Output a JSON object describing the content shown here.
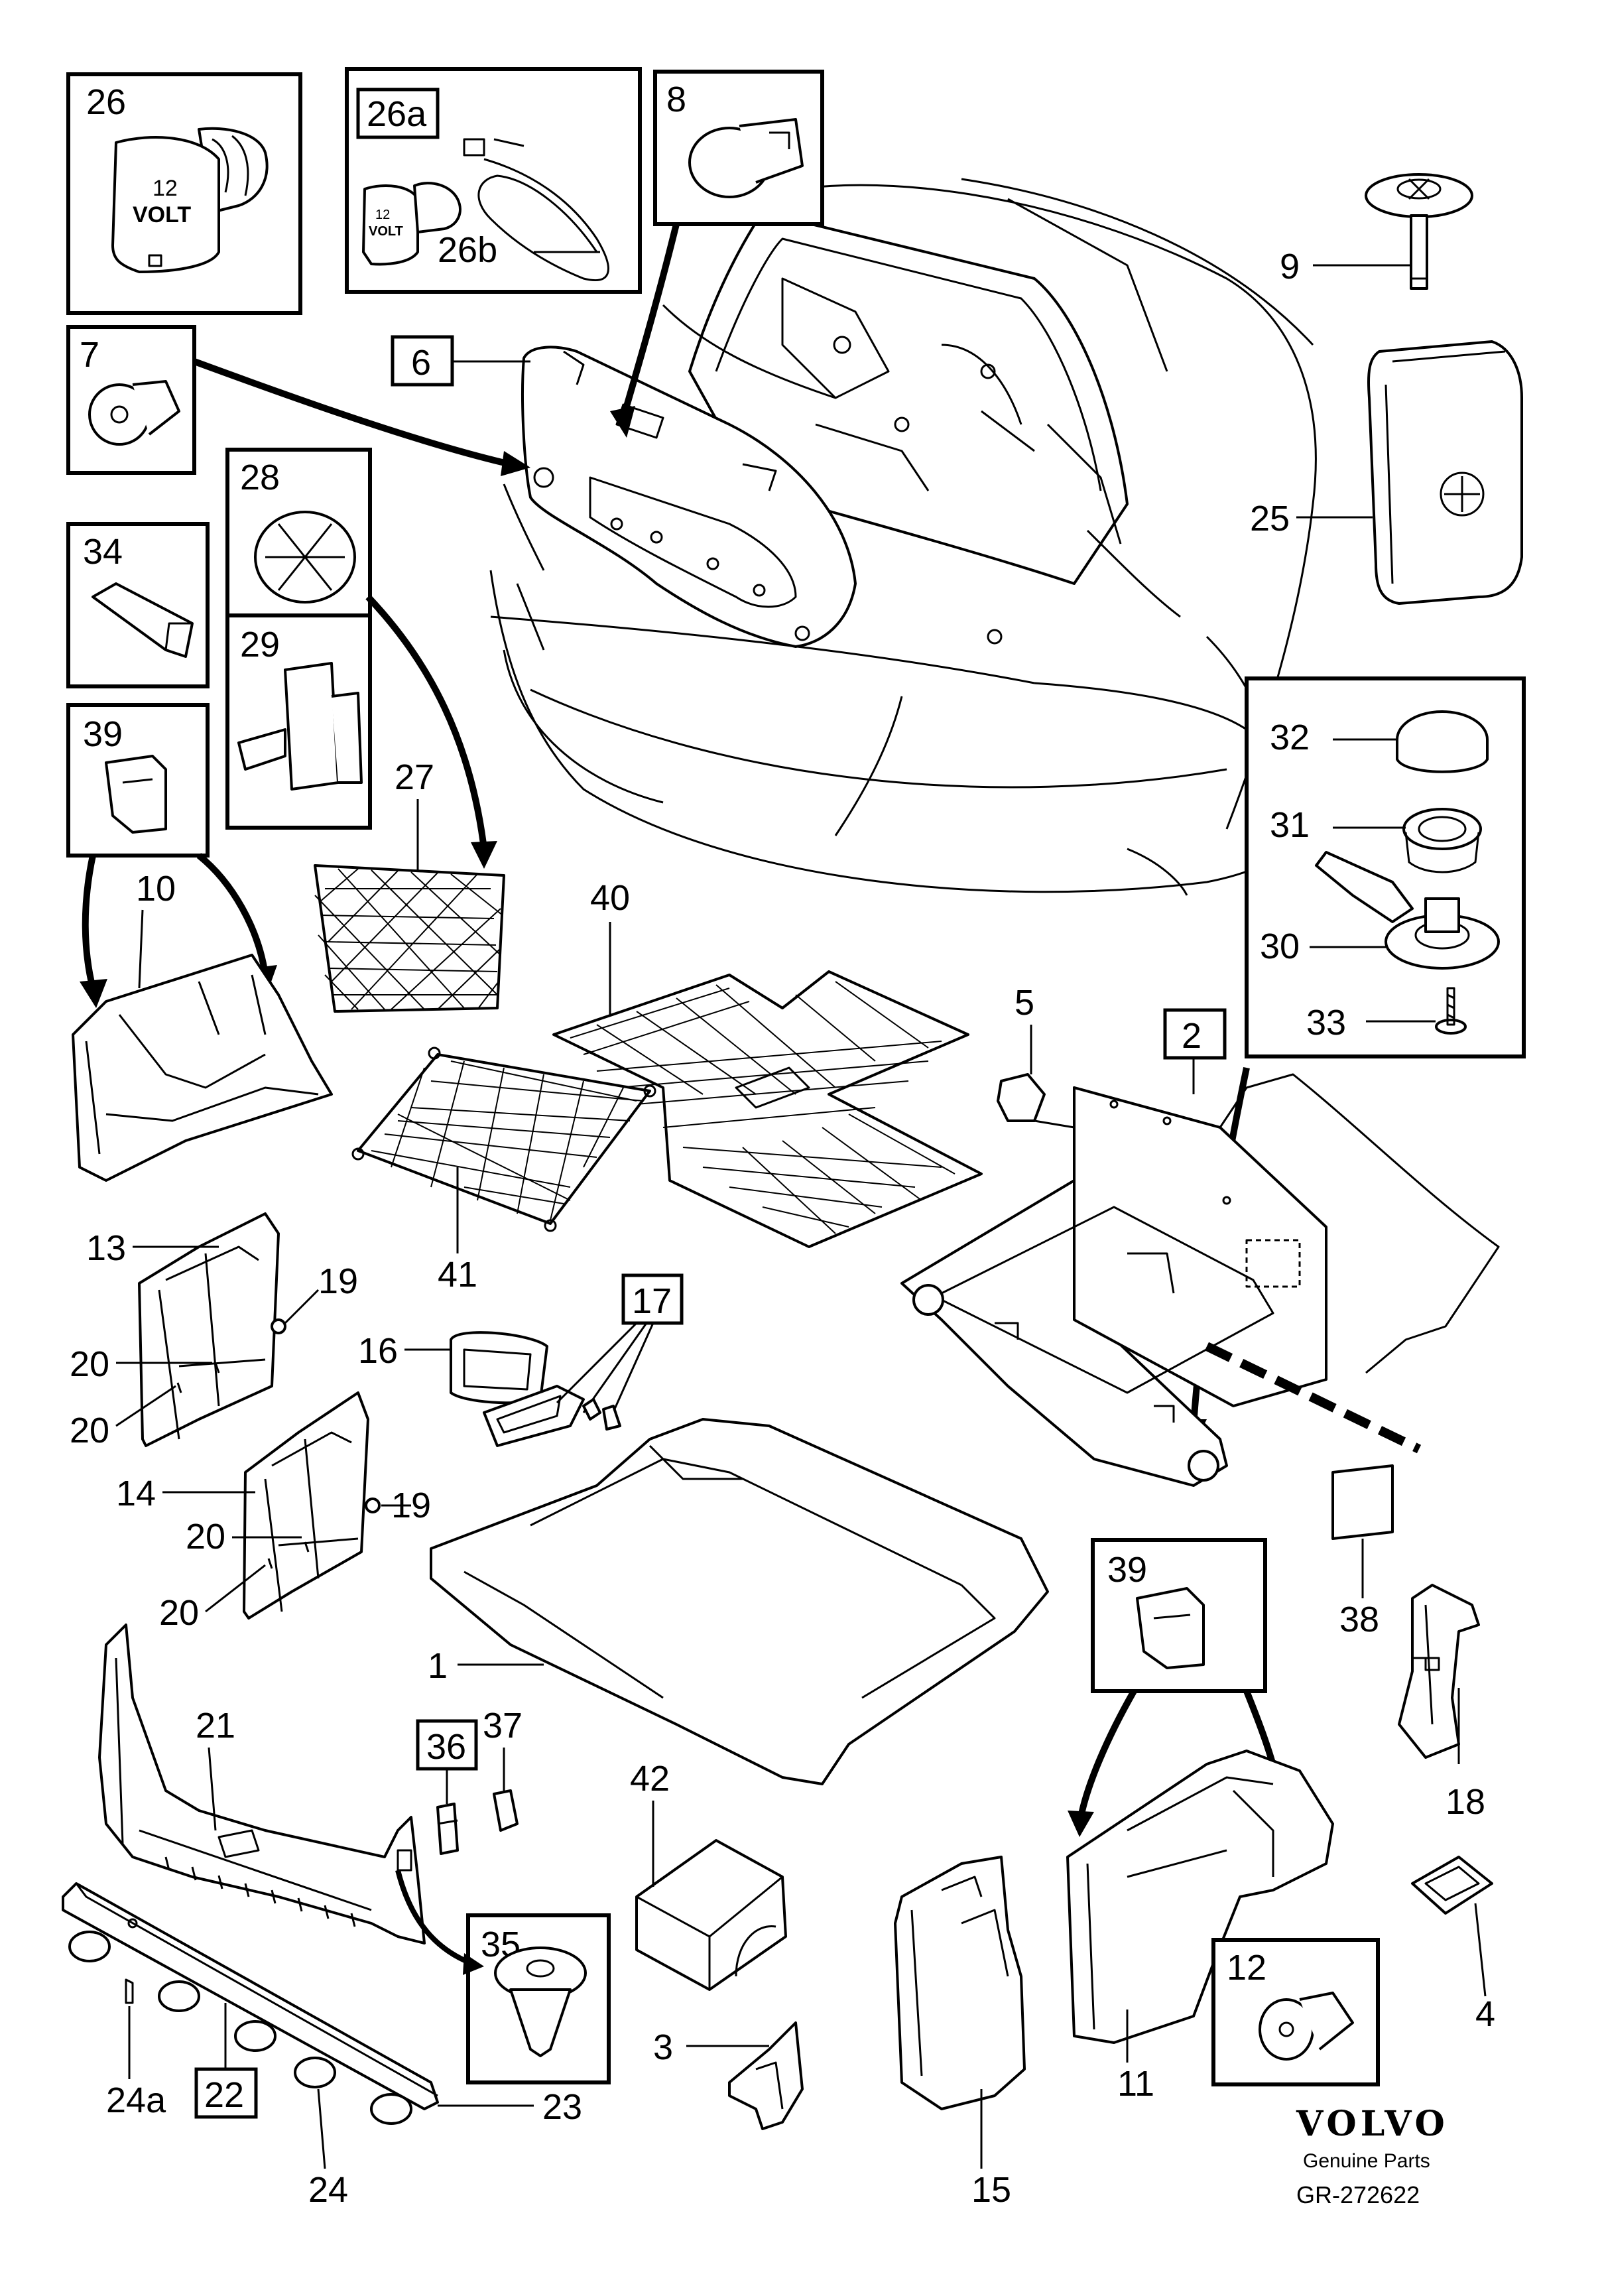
{
  "callouts": {
    "c26": "26",
    "c26a": "26a",
    "c26b": "26b",
    "c8": "8",
    "c7": "7",
    "c6": "6",
    "c9": "9",
    "c25": "25",
    "c28": "28",
    "c29": "29",
    "c34": "34",
    "c39a": "39",
    "c27": "27",
    "c10": "10",
    "c40": "40",
    "c32": "32",
    "c31": "31",
    "c30": "30",
    "c33": "33",
    "c5": "5",
    "c2": "2",
    "c41": "41",
    "c13": "13",
    "c19a": "19",
    "c20a": "20",
    "c20b": "20",
    "c16": "16",
    "c17": "17",
    "c14": "14",
    "c19b": "19",
    "c20c": "20",
    "c20d": "20",
    "c1": "1",
    "c38": "38",
    "c39b": "39",
    "c18": "18",
    "c21": "21",
    "c36": "36",
    "c37": "37",
    "c42": "42",
    "c35": "35",
    "c3": "3",
    "c15": "15",
    "c11": "11",
    "c12": "12",
    "c4": "4",
    "c24a": "24a",
    "c22": "22",
    "c23": "23",
    "c24": "24"
  },
  "part_text": {
    "socket_12": "12",
    "socket_volt": "VOLT"
  },
  "footer": {
    "brand": "VOLVO",
    "tagline": "Genuine Parts",
    "ref": "GR-272622"
  }
}
